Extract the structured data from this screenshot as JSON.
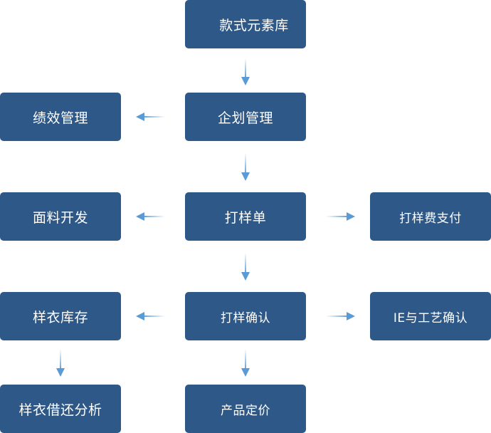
{
  "colors": {
    "node_fill": "#2e5887",
    "node_text": "#ffffff",
    "arrow": "#5b9bd5",
    "background": "#ffffff"
  },
  "nodes": {
    "style_library": "款式元素库",
    "planning": "企划管理",
    "performance": "绩效管理",
    "sample_order": "打样单",
    "fabric_dev": "面料开发",
    "sample_fee": "打样费支付",
    "sample_confirm": "打样确认",
    "sample_stock": "样衣库存",
    "ie_process": "IE与工艺确认",
    "sample_borrow": "样衣借还分析",
    "pricing": "产品定价"
  },
  "edges": [
    {
      "from": "style_library",
      "to": "planning"
    },
    {
      "from": "planning",
      "to": "performance"
    },
    {
      "from": "planning",
      "to": "sample_order"
    },
    {
      "from": "sample_order",
      "to": "fabric_dev"
    },
    {
      "from": "sample_order",
      "to": "sample_fee"
    },
    {
      "from": "sample_order",
      "to": "sample_confirm"
    },
    {
      "from": "sample_confirm",
      "to": "sample_stock"
    },
    {
      "from": "sample_confirm",
      "to": "ie_process"
    },
    {
      "from": "sample_confirm",
      "to": "pricing"
    },
    {
      "from": "sample_stock",
      "to": "sample_borrow"
    }
  ]
}
